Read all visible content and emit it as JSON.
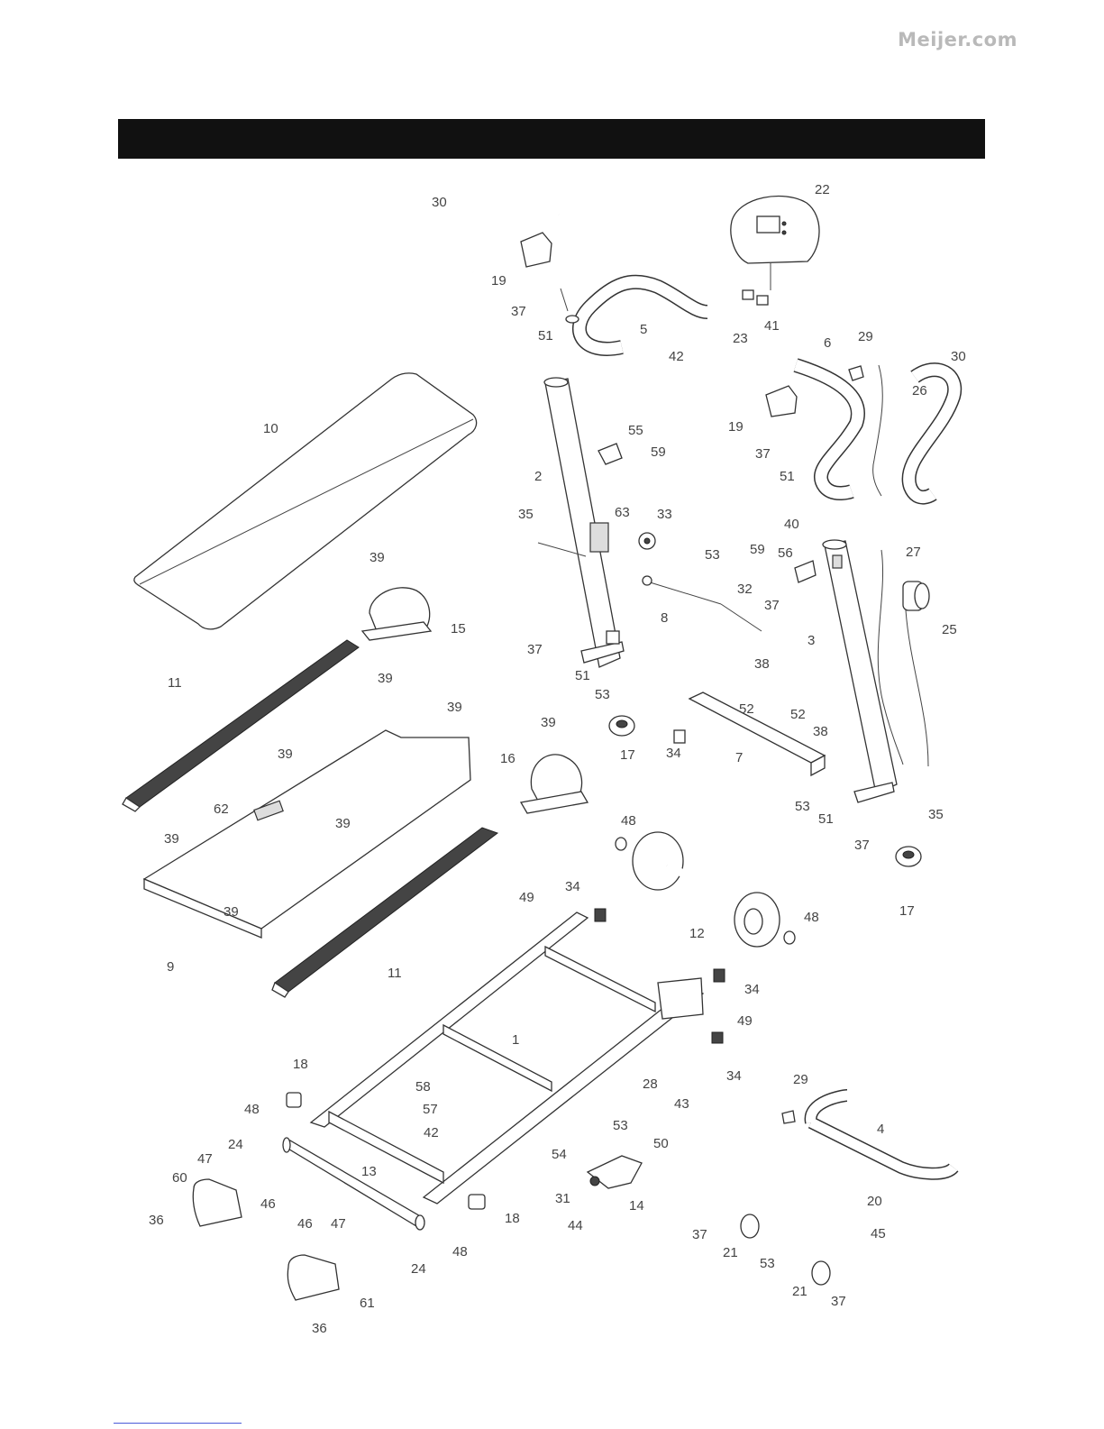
{
  "watermark": "Meijer.com",
  "parts": {
    "p30a": "30",
    "p19a": "19",
    "p37a": "37",
    "p51a": "51",
    "p5": "5",
    "p42a": "42",
    "p22": "22",
    "p23": "23",
    "p41": "41",
    "p6": "6",
    "p29a": "29",
    "p30b": "30",
    "p26": "26",
    "p19b": "19",
    "p37b": "37",
    "p51b": "51",
    "p10": "10",
    "p55": "55",
    "p59a": "59",
    "p2": "2",
    "p35a": "35",
    "p63": "63",
    "p33": "33",
    "p40": "40",
    "p27": "27",
    "p59b": "59",
    "p56": "56",
    "p53a": "53",
    "p32": "32",
    "p37c": "37",
    "p8": "8",
    "p25": "25",
    "p3": "3",
    "p39a": "39",
    "p15": "15",
    "p37d": "37",
    "p51c": "51",
    "p53b": "53",
    "p38a": "38",
    "p52a": "52",
    "p52b": "52",
    "p38b": "38",
    "p11a": "11",
    "p39b": "39",
    "p39c": "39",
    "p39d": "39",
    "p62": "62",
    "p16": "16",
    "p39e": "39",
    "p17a": "17",
    "p34a": "34",
    "p7": "7",
    "p53c": "53",
    "p51d": "51",
    "p35b": "35",
    "p37e": "37",
    "p17b": "17",
    "p39f": "39",
    "p39g": "39",
    "p48a": "48",
    "p39h": "39",
    "p9": "9",
    "p11b": "11",
    "p49a": "49",
    "p34b": "34",
    "p12": "12",
    "p48b": "48",
    "p34c": "34",
    "p49b": "49",
    "p1": "1",
    "p28": "28",
    "p34d": "34",
    "p43": "43",
    "p18a": "18",
    "p58": "58",
    "p48c": "48",
    "p57": "57",
    "p42b": "42",
    "p24a": "24",
    "p47a": "47",
    "p60": "60",
    "p46a": "46",
    "p13": "13",
    "p29b": "29",
    "p4": "4",
    "p53d": "53",
    "p50": "50",
    "p54": "54",
    "p31": "31",
    "p14": "14",
    "p44": "44",
    "p20": "20",
    "p45": "45",
    "p36a": "36",
    "p18b": "18",
    "p48d": "48",
    "p46b": "46",
    "p47b": "47",
    "p24b": "24",
    "p37f": "37",
    "p21a": "21",
    "p53e": "53",
    "p61": "61",
    "p21b": "21",
    "p37g": "37",
    "p36b": "36"
  }
}
